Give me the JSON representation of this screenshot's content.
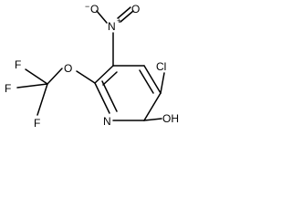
{
  "molecule": {
    "atoms": {
      "n_ring": "N",
      "n_nitro": "N",
      "o_nitro_1": "O",
      "o_nitro_2": "O",
      "cl": "Cl",
      "oh": "OH",
      "o_ether": "O",
      "f_top": "F",
      "f_left": "F",
      "f_bottom": "F"
    },
    "charges": {
      "n_nitro": "+",
      "o_nitro_1": "−"
    }
  }
}
